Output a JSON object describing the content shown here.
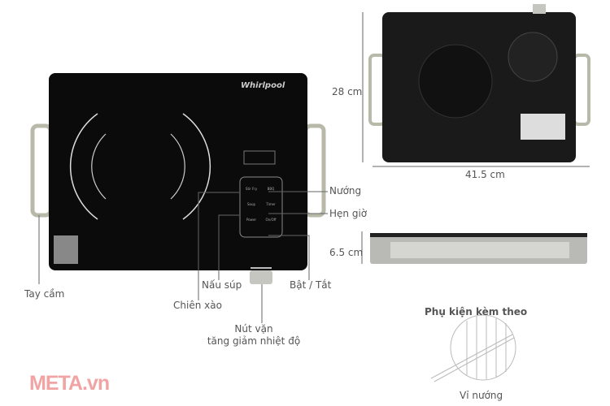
{
  "product": {
    "brand_logo": "Whirlpool",
    "panel_buttons": [
      "Stir Fry",
      "BBQ",
      "Soup",
      "Timer",
      "Power",
      "On/Off"
    ]
  },
  "callouts": {
    "grill": "Nướng",
    "timer": "Hẹn giờ",
    "handle": "Tay cầm",
    "soup": "Nấu súp",
    "stir_fry": "Chiên xào",
    "on_off": "Bật / Tắt",
    "knob_line1": "Nút vặn",
    "knob_line2": "tăng giảm nhiệt độ"
  },
  "dimensions": {
    "depth": "28 cm",
    "width": "41.5 cm",
    "height": "6.5 cm"
  },
  "accessory": {
    "heading": "Phụ kiện kèm theo",
    "item": "Vỉ nướng"
  },
  "watermark": "META.vn",
  "colors": {
    "glass": "#0b0b0b",
    "steel": "#b9bab5",
    "watermark": "#f2a3a3",
    "text": "#555555"
  }
}
